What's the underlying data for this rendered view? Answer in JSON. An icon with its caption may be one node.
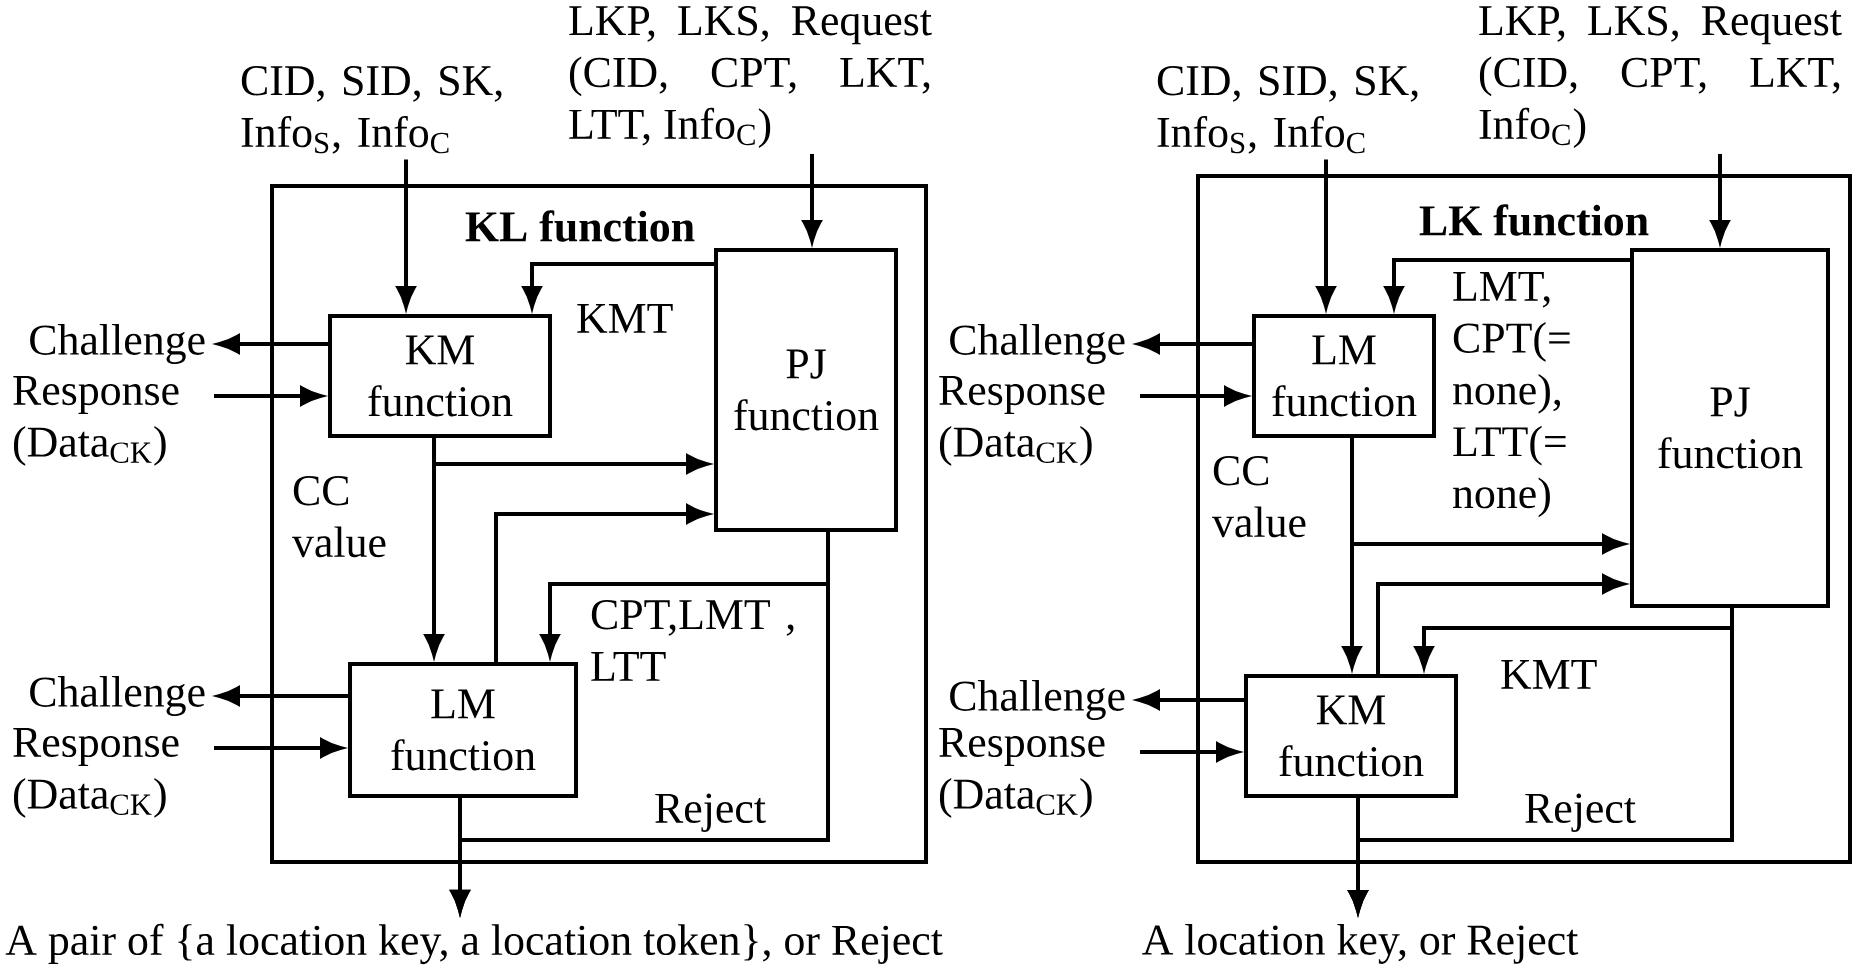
{
  "diagram": {
    "nodes": [
      {
        "text": [
          "KL function"
        ]
      },
      {
        "text": [
          "KM function"
        ],
        "in": 0
      },
      {
        "text": [
          "PJ function"
        ],
        "in": 0
      },
      {
        "text": [
          "LM function"
        ],
        "in": 0
      },
      {
        "text": [
          "CID, SID, SK, Info$_{S}$, Info$_{C}$"
        ]
      },
      {
        "text": [
          "LKP, LKS, Request (CID, CPT, LKT, LTT, Info$_{C}$)"
        ]
      },
      {
        "text": [
          "Challenge"
        ]
      },
      {
        "text": [
          "Response (Data$_{CK}$)"
        ]
      },
      {
        "text": [
          "Challenge"
        ]
      },
      {
        "text": [
          "Response (Data$_{CK}$)"
        ]
      },
      {
        "text": [
          "A pair of {a location key, a location token}, or Reject"
        ]
      },
      {
        "text": [
          "LK function"
        ]
      },
      {
        "text": [
          "LM function"
        ],
        "in": 11
      },
      {
        "text": [
          "PJ function"
        ],
        "in": 11
      },
      {
        "text": [
          "KM function"
        ],
        "in": 11
      },
      {
        "text": [
          "CID, SID, SK, Info$_{S}$, Info$_{C}$"
        ]
      },
      {
        "text": [
          "LKP, LKS, Request (CID, CPT, LKT, Info$_{C}$)"
        ]
      },
      {
        "text": [
          "Challenge"
        ]
      },
      {
        "text": [
          "Response (Data$_{CK}$)"
        ]
      },
      {
        "text": [
          "Challenge"
        ]
      },
      {
        "text": [
          "Response (Data$_{CK}$)"
        ]
      },
      {
        "text": [
          "A location key, or Reject"
        ]
      }
    ],
    "edges": [
      {
        "from": 4,
        "to": 1,
        "arrow": "to"
      },
      {
        "from": 5,
        "to": 2,
        "arrow": "to"
      },
      {
        "from": 2,
        "to": 1,
        "arrow": "to",
        "label": "KMT"
      },
      {
        "from": 1,
        "to": 6,
        "arrow": "to"
      },
      {
        "from": 7,
        "to": 1,
        "arrow": "to"
      },
      {
        "from": 1,
        "to": 3,
        "arrow": "to",
        "label": "CC value"
      },
      {
        "from": 1,
        "to": 2,
        "arrow": "to"
      },
      {
        "from": 3,
        "to": 2,
        "arrow": "to"
      },
      {
        "from": 2,
        "to": 3,
        "arrow": "to",
        "label": "CPT,LMT , LTT"
      },
      {
        "from": 3,
        "to": 8,
        "arrow": "to"
      },
      {
        "from": 9,
        "to": 3,
        "arrow": "to"
      },
      {
        "from": 3,
        "to": 10,
        "arrow": "to"
      },
      {
        "from": 2,
        "to": 10,
        "arrow": "to",
        "label": "Reject"
      },
      {
        "from": 15,
        "to": 12,
        "arrow": "to"
      },
      {
        "from": 16,
        "to": 13,
        "arrow": "to"
      },
      {
        "from": 13,
        "to": 12,
        "arrow": "to",
        "label": "LMT, CPT(= none), LTT(= none)"
      },
      {
        "from": 12,
        "to": 17,
        "arrow": "to"
      },
      {
        "from": 18,
        "to": 12,
        "arrow": "to"
      },
      {
        "from": 12,
        "to": 14,
        "arrow": "to",
        "label": "CC value"
      },
      {
        "from": 12,
        "to": 13,
        "arrow": "to"
      },
      {
        "from": 14,
        "to": 13,
        "arrow": "to"
      },
      {
        "from": 13,
        "to": 14,
        "arrow": "to",
        "label": "KMT"
      },
      {
        "from": 14,
        "to": 19,
        "arrow": "to"
      },
      {
        "from": 20,
        "to": 14,
        "arrow": "to"
      },
      {
        "from": 14,
        "to": 21,
        "arrow": "to"
      },
      {
        "from": 13,
        "to": 21,
        "arrow": "to",
        "label": "Reject"
      }
    ]
  }
}
